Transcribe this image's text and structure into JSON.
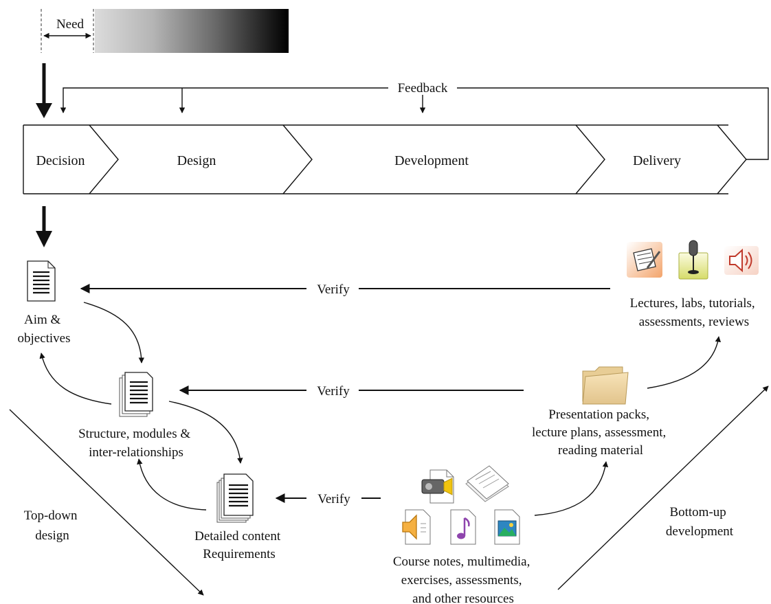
{
  "need": {
    "label": "Need"
  },
  "feedback": {
    "label": "Feedback"
  },
  "stages": [
    "Decision",
    "Design",
    "Development",
    "Delivery"
  ],
  "verify_label": "Verify",
  "design_side": {
    "aim": {
      "line1": "Aim &",
      "line2": "objectives"
    },
    "structure": {
      "line1": "Structure, modules &",
      "line2": "inter-relationships"
    },
    "detailed": {
      "line1": "Detailed content",
      "line2": "Requirements"
    },
    "axis": {
      "line1": "Top-down",
      "line2": "design"
    }
  },
  "development_side": {
    "lectures": {
      "line1": "Lectures, labs, tutorials,",
      "line2": "assessments, reviews"
    },
    "packs": {
      "line1": "Presentation packs,",
      "line2": "lecture plans, assessment,",
      "line3": "reading material"
    },
    "resources": {
      "line1": "Course notes, multimedia,",
      "line2": "exercises, assessments,",
      "line3": "and other resources"
    },
    "axis": {
      "line1": "Bottom-up",
      "line2": "development"
    }
  },
  "icons": [
    "document-icon",
    "stacked-documents-icon",
    "folder-icon",
    "notepad-icon",
    "microphone-icon",
    "speaker-icon",
    "video-file-icon",
    "paper-stack-icon",
    "audio-file-icon",
    "music-file-icon",
    "image-file-icon"
  ]
}
